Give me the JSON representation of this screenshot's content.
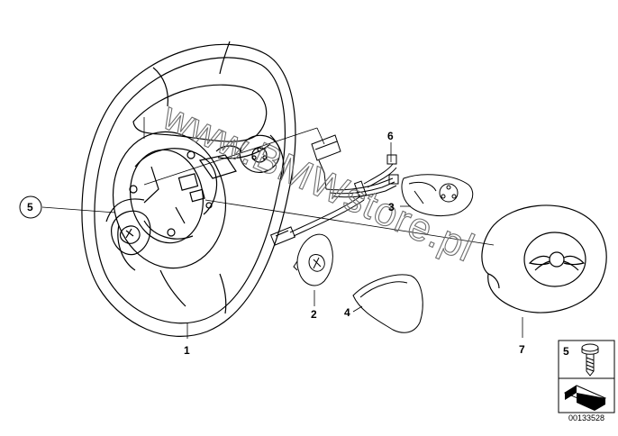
{
  "watermark": "www.BMWstore.pl",
  "diagram_id": "00133528",
  "callouts": [
    {
      "id": "steering-wheel",
      "label": "1"
    },
    {
      "id": "multifunction-switch",
      "label": "2"
    },
    {
      "id": "switch-cover",
      "label": "3"
    },
    {
      "id": "trim-cover",
      "label": "4"
    },
    {
      "id": "screw",
      "label": "5"
    },
    {
      "id": "wiring-harness",
      "label": "6"
    },
    {
      "id": "airbag-module",
      "label": "7"
    }
  ],
  "legend_box": {
    "label": "5"
  }
}
